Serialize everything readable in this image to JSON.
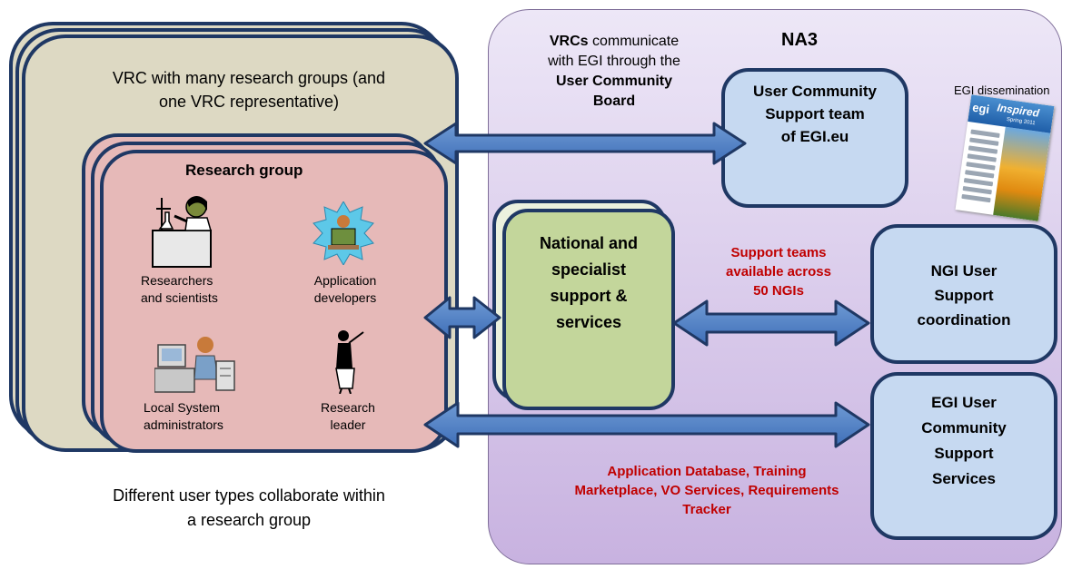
{
  "na3": {
    "title": "NA3",
    "vrc_comm": {
      "bold_lead": "VRCs",
      "text_after": " communicate",
      "line2": "with EGI through the",
      "line3": "User Community",
      "line4": "Board"
    }
  },
  "vrc": {
    "label_line1": "VRC with many research groups (and",
    "label_line2": "one VRC representative)"
  },
  "research_group": {
    "title": "Research group",
    "roles": {
      "researchers": [
        "Researchers",
        "and scientists"
      ],
      "developers": [
        "Application",
        "developers"
      ],
      "sysadmins": [
        "Local System",
        "administrators"
      ],
      "leader": [
        "Research",
        "leader"
      ]
    }
  },
  "caption": {
    "line1": "Different user types collaborate within",
    "line2": "a research group"
  },
  "ucst": {
    "lines": [
      "User Community",
      "Support team",
      "of EGI.eu"
    ]
  },
  "national": {
    "lines": [
      "National and",
      "specialist",
      "support &",
      "services"
    ]
  },
  "ngi": {
    "lines": [
      "NGI User",
      "Support",
      "coordination"
    ]
  },
  "egi_services": {
    "lines": [
      "EGI User",
      "Community",
      "Support",
      "Services"
    ]
  },
  "support_teams": {
    "lines": [
      "Support teams",
      "available across",
      "50 NGIs"
    ]
  },
  "tools": {
    "lines": [
      "Application Database, Training",
      "Marketplace, VO Services, Requirements",
      "Tracker"
    ]
  },
  "dissemination": {
    "label": "EGI dissemination",
    "magazine": {
      "brand": "egi",
      "title": "Inspired",
      "issue": "Spring 2011"
    }
  },
  "colors": {
    "vrc_fill": "#ddd9c3",
    "research_fill": "#e6b9b8",
    "na3_top": "#ede7f7",
    "na3_bottom": "#c8b2e0",
    "blue_box": "#c6d9f1",
    "green_box": "#c3d69b",
    "border": "#1f3864",
    "red_text": "#c00000"
  }
}
